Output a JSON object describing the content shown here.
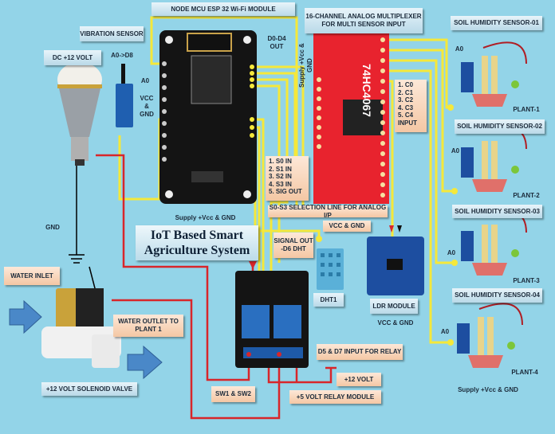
{
  "title": "IoT Based Smart Agriculture System",
  "labels": {
    "nodemcu": "NODE MCU ESP 32 Wi-Fi MODULE",
    "mux": "16-CHANNEL ANALOG MULTIPLEXER FOR MULTI SENSOR INPUT",
    "vibration": "VIBRATION SENSOR",
    "dc12": "DC +12 VOLT",
    "a0_d8": "A0->D8",
    "a0": "A0",
    "vcc_gnd_vert": "VCC & GND",
    "d0_d4": "D0-D4 OUT",
    "supply_mux": "Supply +Vcc & GND",
    "supply_mcu": "Supply +Vcc & GND",
    "supply_soil": "Supply +Vcc & GND",
    "selection": "S0-S3 SELECTION LINE FOR ANALOG I/P",
    "vcc_gnd_dht": "VCC & GND",
    "signal_out": "SIGNAL OUT -D6 DHT",
    "dht1": "DHT1",
    "ldr": "LDR MODULE",
    "vcc_gnd_ldr": "VCC & GND",
    "water_inlet": "WATER INLET",
    "water_outlet": "WATER OUTLET TO PLANT 1",
    "valve": "+12 VOLT SOLENOID VALVE",
    "relay_input": "D5 & D7 INPUT FOR RELAY",
    "sw": "SW1 & SW2",
    "v12": "+12 VOLT",
    "relay_module": "+5 VOLT RELAY MODULE",
    "gnd": "GND",
    "mux_chip": "74HC4067"
  },
  "c_inputs": [
    "1. C0",
    "2. C1",
    "3. C2",
    "4. C3",
    "5. C4",
    "INPUT"
  ],
  "s_inputs": [
    "1. S0 IN",
    "2. S1 IN",
    "3. S2 IN",
    "4. S3 IN",
    "5. SIG OUT"
  ],
  "soil_sensors": [
    {
      "name": "SOIL HUMIDITY SENSOR-01",
      "plant": "PLANT-1",
      "pin": "A0"
    },
    {
      "name": "SOIL HUMIDITY SENSOR-02",
      "plant": "PLANT-2",
      "pin": "A0"
    },
    {
      "name": "SOIL HUMIDITY SENSOR-03",
      "plant": "PLANT-3",
      "pin": "A0"
    },
    {
      "name": "SOIL HUMIDITY SENSOR-04",
      "plant": "PLANT-4",
      "pin": "A0"
    }
  ],
  "colors": {
    "background": "#93d4e8",
    "signal_wire": "#f5e83a",
    "power_wire": "#d8262a",
    "mux_board": "#e8232e",
    "mcu_board": "#141414",
    "relay_blue": "#2a6fc0"
  }
}
